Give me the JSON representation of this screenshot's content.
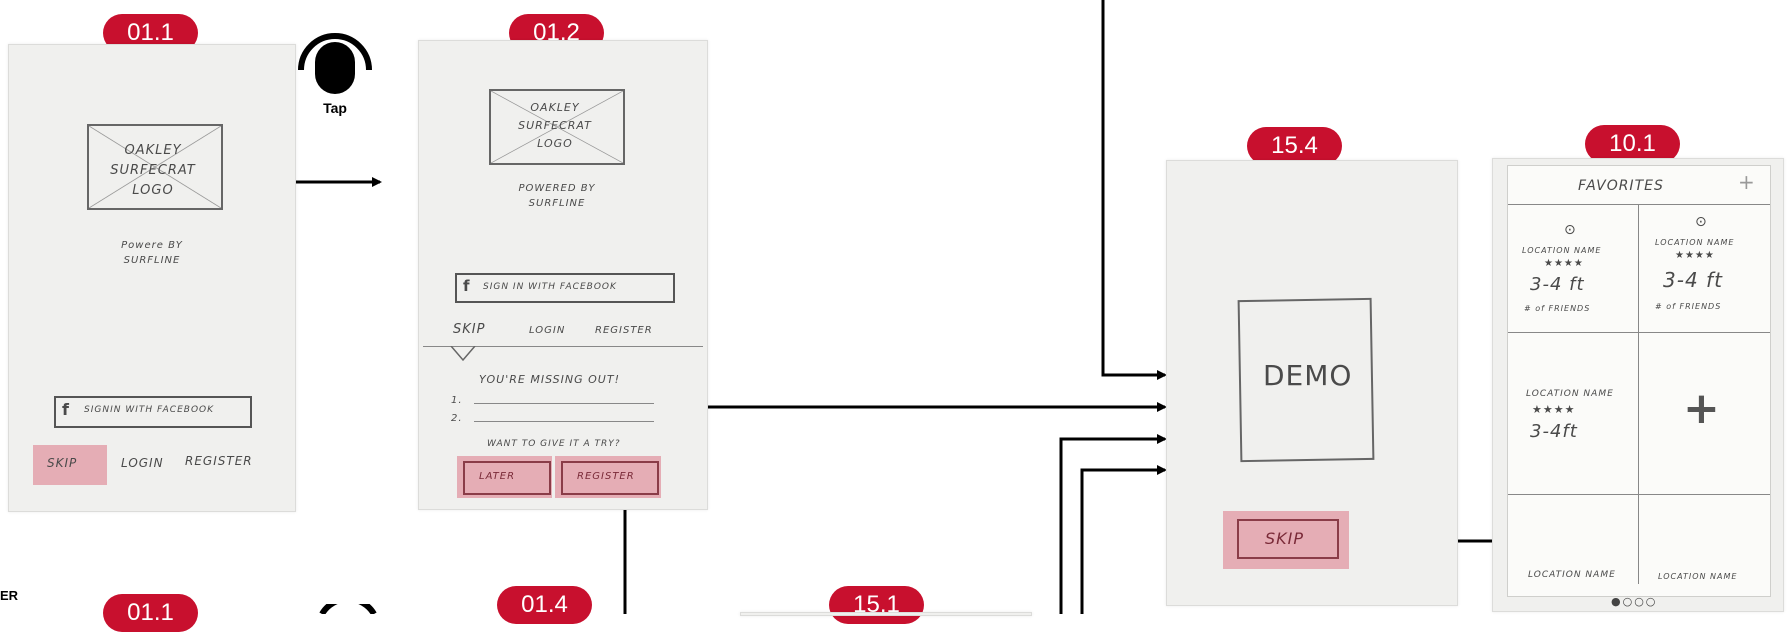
{
  "badges": {
    "b011": "01.1",
    "b012": "01.2",
    "b154": "15.4",
    "b101": "10.1",
    "b011b": "01.1",
    "b014": "01.4",
    "b151": "15.1"
  },
  "gesture": {
    "label": "Tap"
  },
  "edge_text": "ER",
  "screen_011": {
    "logo": "OAKLEY SURFECRAT LOGO",
    "powered": "Powere BY SURFLINE",
    "facebook": "SIGNIN WITH FACEBOOK",
    "skip": "SKIP",
    "login": "LOGIN",
    "register": "REGISTER"
  },
  "screen_012": {
    "logo": "OAKLEY SURFECRAT LOGO",
    "powered": "POWERED BY SURFLINE",
    "facebook": "SIGN IN WITH FACEBOOK",
    "skip": "SKIP",
    "login": "LOGIN",
    "register": "REGISTER",
    "missing": "YOU'RE MISSING OUT!",
    "item1": "1.",
    "item2": "2.",
    "question": "WANT TO GIVE IT A TRY?",
    "later": "LATER",
    "register_btn": "REGISTER"
  },
  "screen_154": {
    "demo": "DEMO",
    "skip": "SKIP"
  },
  "screen_101": {
    "title": "FAVORITES",
    "plus": "+",
    "cells": [
      {
        "name": "LOCATION NAME",
        "stars": "★★★★",
        "height": "3-4 ft",
        "friends": "# of FRIENDS"
      },
      {
        "name": "LOCATION NAME",
        "stars": "★★★★",
        "height": "3-4 ft",
        "friends": "# of FRIENDS"
      },
      {
        "name": "LOCATION NAME",
        "stars": "★★★★",
        "height": "3-4ft"
      },
      {
        "name": "LOCATION NAME"
      },
      {
        "name": "LOCATION NAME"
      }
    ],
    "dots": "●○○○"
  },
  "colors": {
    "badge": "#c8102e",
    "highlight": "#d65a6e"
  }
}
